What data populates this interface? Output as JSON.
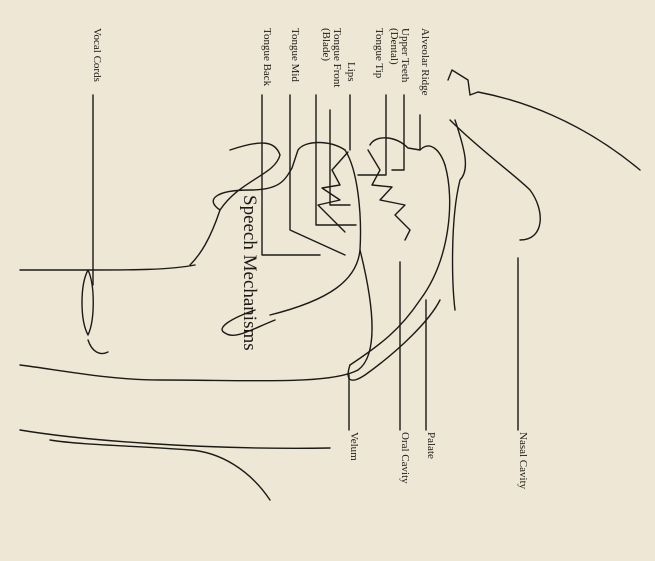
{
  "title": "Speech Mechanisms",
  "labels": {
    "alveolar_ridge": "Alveolar Ridge",
    "upper_teeth": "Upper Teeth\n(Dental)",
    "tongue_tip": "Tongue Tip",
    "lips": "Lips",
    "tongue_front": "Tongue Front\n(Blade)",
    "tongue_mid": "Tongue Mid",
    "tongue_back": "Tongue Back",
    "vocal_cords": "Vocal Cords",
    "nasal_cavity": "Nasal Cavity",
    "palate": "Palate",
    "oral_cavity": "Oral Cavity",
    "velum": "Velum"
  },
  "colors": {
    "paper": "#efe7d6",
    "ink": "#1c1a17"
  }
}
